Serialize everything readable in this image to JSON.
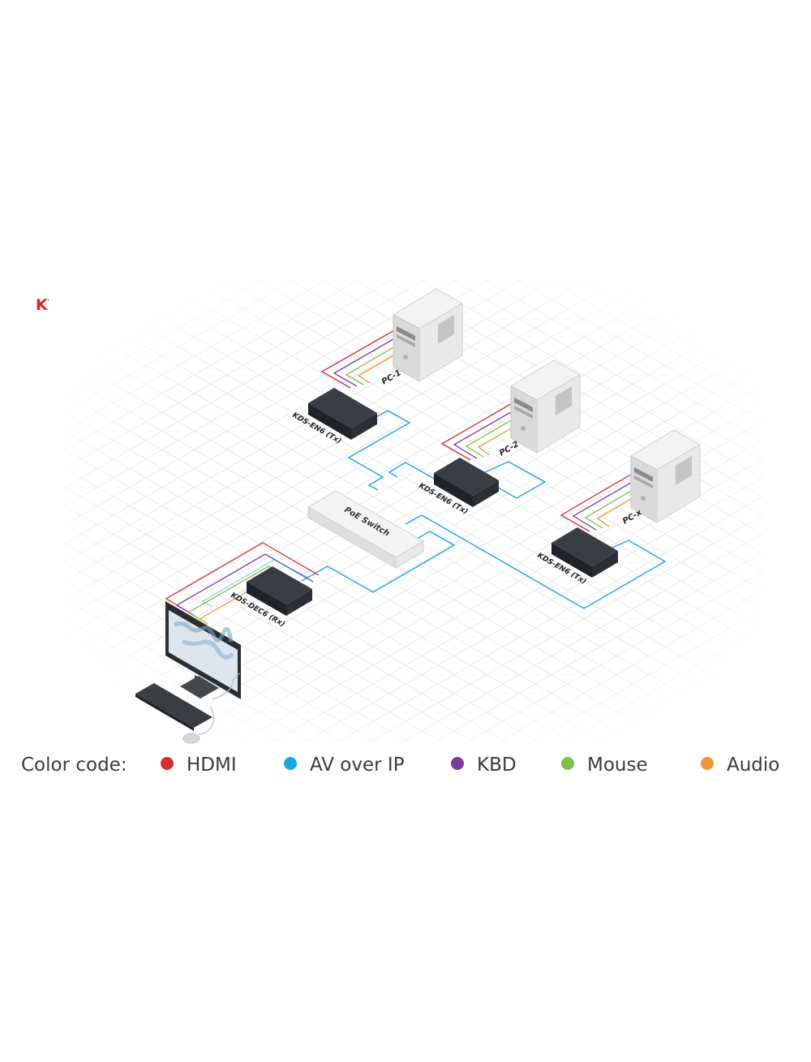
{
  "title": "KVM",
  "nodes": {
    "pc1": "PC-1",
    "pc2": "PC-2",
    "pcx": "PC-x",
    "tx1": "KDS-EN6 (Tx)",
    "tx2": "KDS-EN6 (Tx)",
    "tx3": "KDS-EN6 (Tx)",
    "switch": "PoE Switch",
    "rx": "KDS-DEC6 (Rx)"
  },
  "legend": {
    "label": "Color code:",
    "items": [
      {
        "name": "HDMI",
        "color": "#d42e31"
      },
      {
        "name": "AV over IP",
        "color": "#1aa8e0"
      },
      {
        "name": "KBD",
        "color": "#7a3b9a"
      },
      {
        "name": "Mouse",
        "color": "#7cc04a"
      },
      {
        "name": "Audio",
        "color": "#f0963a"
      }
    ]
  },
  "colors": {
    "hdmi": "#d42e31",
    "avoverip": "#1aa8e0",
    "kbd": "#7a3b9a",
    "mouse": "#7cc04a",
    "audio": "#f0963a",
    "device": "#1f2226",
    "grid": "#e6e6e6"
  }
}
